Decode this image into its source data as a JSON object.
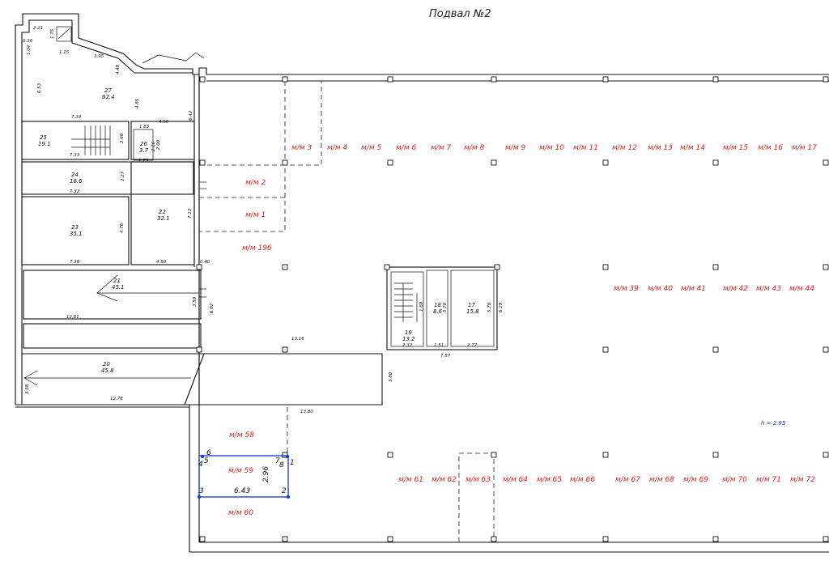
{
  "title": "Подвал №2",
  "height_note": "h = 2.95",
  "rooms": [
    {
      "id": "27",
      "area": "62.4"
    },
    {
      "id": "25",
      "area": "19.1"
    },
    {
      "id": "26",
      "area": "3.7"
    },
    {
      "id": "24",
      "area": "16.6"
    },
    {
      "id": "22",
      "area": "32.1"
    },
    {
      "id": "23",
      "area": "35.1"
    },
    {
      "id": "21",
      "area": "45.1"
    },
    {
      "id": "20",
      "area": "45.8"
    },
    {
      "id": "18",
      "area": "8.6"
    },
    {
      "id": "17",
      "area": "15.8"
    },
    {
      "id": "19",
      "area": "13.2"
    }
  ],
  "dimensions": [
    "2.21",
    "1.75",
    "0.30",
    "1.04",
    "1.15",
    "3.95",
    "4.48",
    "6.53",
    "4.85",
    "4.50",
    "6.42",
    "7.34",
    "1.83",
    "2.60",
    "2.16",
    "2.00",
    "7.33",
    "1.73",
    "2.27",
    "7.32",
    "7.13",
    "4.76",
    "7.38",
    "4.50",
    "0.40",
    "3.59",
    "6.02",
    "12.61",
    "13.16",
    "3.58",
    "12.78",
    "3.80",
    "13.80",
    "1.69",
    "5.70",
    "6.29",
    "2.32",
    "1.51",
    "2.77",
    "7.57",
    "5.70"
  ],
  "parking": [
    "м/м 3",
    "м/м 4",
    "м/м 5",
    "м/м 6",
    "м/м 7",
    "м/м 8",
    "м/м 9",
    "м/м 10",
    "м/м 11",
    "м/м 12",
    "м/м 13",
    "м/м 14",
    "м/м 15",
    "м/м 16",
    "м/м 17",
    "м/м 2",
    "м/м 1",
    "м/м 196",
    "м/м 39",
    "м/м 40",
    "м/м 41",
    "м/м 42",
    "м/м 43",
    "м/м 44",
    "м/м 58",
    "м/м 59",
    "м/м 60",
    "м/м 61",
    "м/м 62",
    "м/м 63",
    "м/м 64",
    "м/м 65",
    "м/м 66",
    "м/м 67",
    "м/м 68",
    "м/м 69",
    "м/м 70",
    "м/м 71",
    "м/м 72"
  ],
  "selection": {
    "points": [
      "6",
      "5",
      "4",
      "7",
      "8",
      "1",
      "3",
      "2"
    ],
    "width": "6.43",
    "height": "2.96",
    "color": "#1034d8"
  },
  "colors": {
    "parking_label": "#e02020",
    "selection": "#1034d8"
  }
}
